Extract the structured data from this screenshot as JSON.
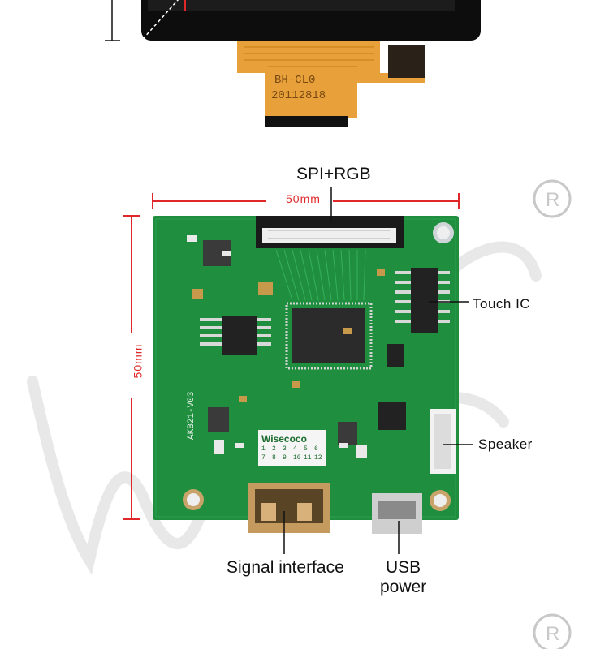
{
  "lcd_panel": {
    "fpc_code": "BH-CL0",
    "fpc_date": "20112818"
  },
  "board": {
    "model": "AKB21-V03",
    "brand": "Wisecoco",
    "pin_numbers": [
      "1",
      "2",
      "3",
      "4",
      "5",
      "6",
      "7",
      "8",
      "9",
      "10",
      "11",
      "12"
    ]
  },
  "callouts": {
    "top_connector": "SPI+RGB",
    "touch": "Touch IC",
    "speaker": "Speaker",
    "hdmi": "Signal interface",
    "usb_line1": "USB",
    "usb_line2": "power"
  },
  "dimensions": {
    "width": "50mm",
    "height": "50mm"
  },
  "colors": {
    "pcb": "#1f8f3f",
    "dimension_lines": "#e0282a",
    "fpc": "#e8a13a"
  }
}
